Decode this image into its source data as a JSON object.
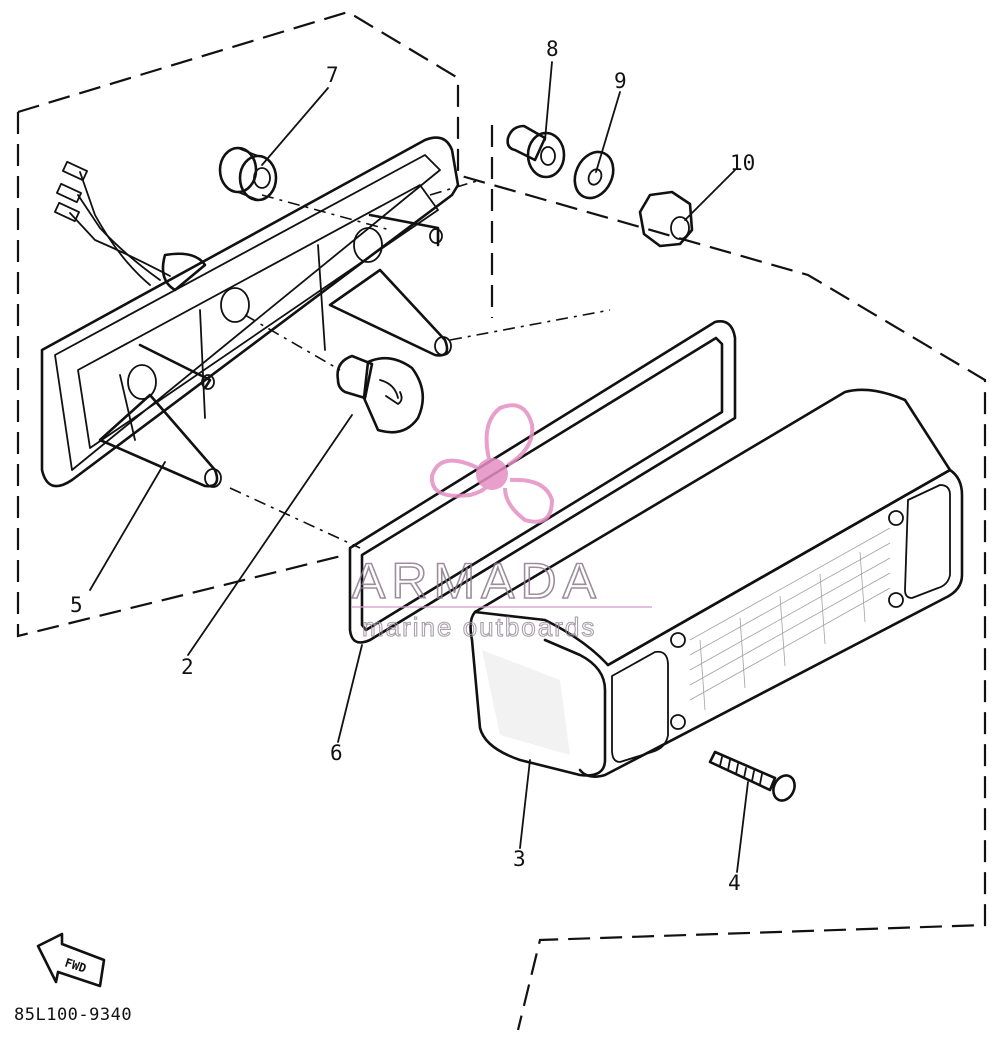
{
  "callouts": [
    {
      "id": "1",
      "text": "2"
    },
    {
      "id": "2",
      "text": "3"
    },
    {
      "id": "3",
      "text": "4"
    },
    {
      "id": "4",
      "text": "5"
    },
    {
      "id": "5",
      "text": "6"
    },
    {
      "id": "6",
      "text": "7"
    },
    {
      "id": "7",
      "text": "8"
    },
    {
      "id": "8",
      "text": "9"
    },
    {
      "id": "9",
      "text": "10"
    }
  ],
  "direction_label": "FWD",
  "drawing_code": "85L100-9340",
  "watermark": {
    "brand": "ARMADA",
    "tagline": "marine outboards",
    "logo_color": "#e58fc4",
    "text_color": "#8c7a8c"
  }
}
